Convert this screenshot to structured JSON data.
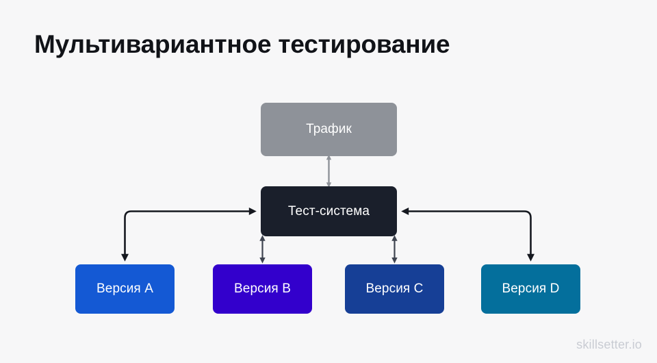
{
  "page": {
    "title": "Мультивариантное тестирование",
    "background_color": "#f7f7f8",
    "watermark": "skillsetter.io"
  },
  "diagram": {
    "type": "flowchart",
    "nodes": [
      {
        "id": "traffic",
        "label": "Трафик",
        "color": "#8e9299",
        "text_color": "#ffffff",
        "level": "source"
      },
      {
        "id": "test-system",
        "label": "Тест-система",
        "color": "#1a1f2b",
        "text_color": "#ffffff",
        "level": "router"
      },
      {
        "id": "version-a",
        "label": "Версия A",
        "color": "#1459d4",
        "text_color": "#ffffff",
        "level": "variant"
      },
      {
        "id": "version-b",
        "label": "Версия B",
        "color": "#3300cc",
        "text_color": "#ffffff",
        "level": "variant"
      },
      {
        "id": "version-c",
        "label": "Версия C",
        "color": "#163f96",
        "text_color": "#ffffff",
        "level": "variant"
      },
      {
        "id": "version-d",
        "label": "Версия D",
        "color": "#046f9c",
        "text_color": "#ffffff",
        "level": "variant"
      }
    ],
    "edges": [
      {
        "from": "traffic",
        "to": "test-system",
        "style": "straight",
        "color": "#8e9299"
      },
      {
        "from": "test-system",
        "to": "version-a",
        "style": "elbow-left",
        "color": "#15181f"
      },
      {
        "from": "test-system",
        "to": "version-b",
        "style": "straight",
        "color": "#4a4f5a"
      },
      {
        "from": "test-system",
        "to": "version-c",
        "style": "straight",
        "color": "#4a4f5a"
      },
      {
        "from": "test-system",
        "to": "version-d",
        "style": "elbow-right",
        "color": "#15181f"
      }
    ]
  }
}
